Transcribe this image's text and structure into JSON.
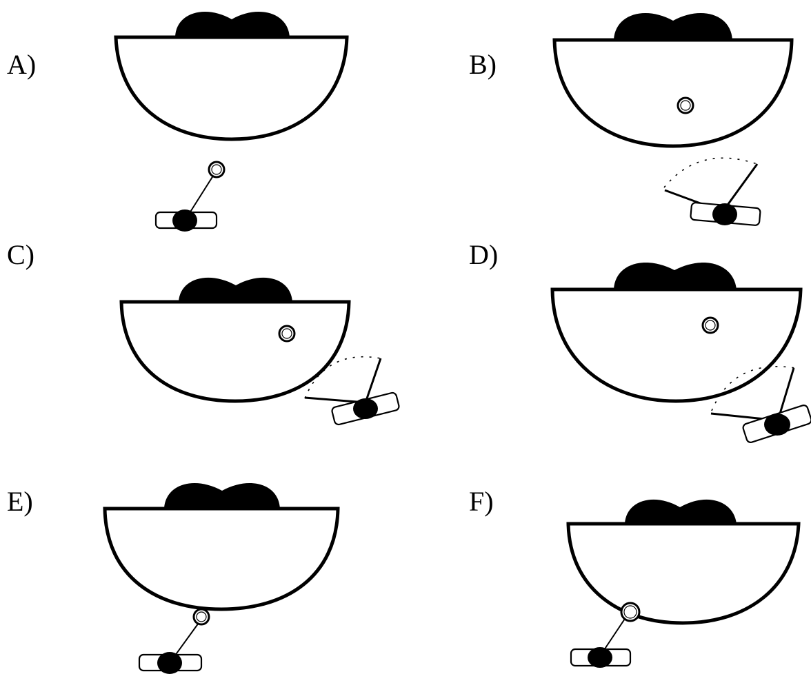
{
  "panels": [
    {
      "id": "a",
      "label": "A)"
    },
    {
      "id": "b",
      "label": "B)"
    },
    {
      "id": "c",
      "label": "C)"
    },
    {
      "id": "d",
      "label": "D)"
    },
    {
      "id": "e",
      "label": "E)"
    },
    {
      "id": "f",
      "label": "F)"
    }
  ]
}
